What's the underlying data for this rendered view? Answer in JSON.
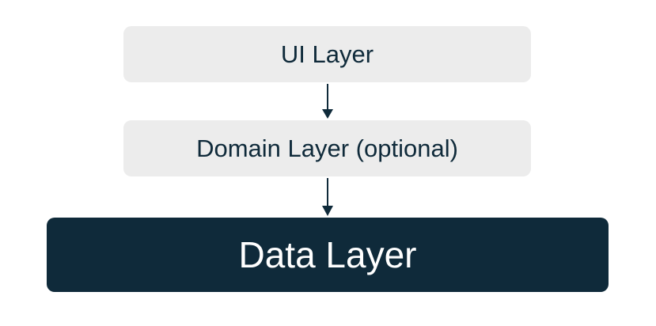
{
  "diagram": {
    "layers": {
      "ui": {
        "label": "UI Layer"
      },
      "domain": {
        "label": "Domain Layer (optional)"
      },
      "data": {
        "label": "Data Layer"
      }
    },
    "colors": {
      "light_box": "#ececec",
      "dark_box": "#0f2a3a",
      "dark_text": "#0f2a3a",
      "light_text": "#ffffff",
      "arrow": "#0f2a3a"
    }
  }
}
